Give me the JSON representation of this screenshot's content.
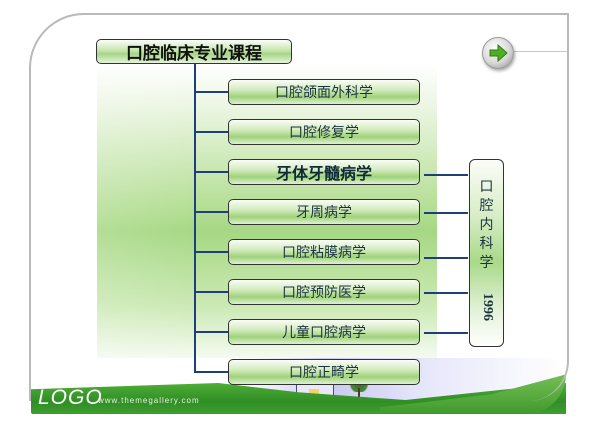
{
  "slide": {
    "title": "口腔临床专业课程",
    "courses": [
      {
        "label": "口腔颌面外科学",
        "emphasis": false
      },
      {
        "label": "口腔修复学",
        "emphasis": false
      },
      {
        "label": "牙体牙髓病学",
        "emphasis": true
      },
      {
        "label": "牙周病学",
        "emphasis": false
      },
      {
        "label": "口腔粘膜病学",
        "emphasis": false
      },
      {
        "label": "口腔预防医学",
        "emphasis": false
      },
      {
        "label": "儿童口腔病学",
        "emphasis": false
      },
      {
        "label": "口腔正畸学",
        "emphasis": false
      }
    ],
    "group_box": {
      "chars": [
        "口",
        "腔",
        "内",
        "科",
        "学"
      ],
      "year": "1996",
      "linked_course_indices": [
        2,
        3,
        4,
        5,
        6
      ]
    }
  },
  "navigation": {
    "next_icon": "arrow-right-icon"
  },
  "footer": {
    "logo": "LOGO",
    "url": "www.themegallery.com"
  },
  "colors": {
    "connector": "#1f3f7a",
    "box_green": "#a6d784",
    "border": "#333333",
    "frame": "#b9b9b9",
    "grass": "#3f9e2f"
  }
}
